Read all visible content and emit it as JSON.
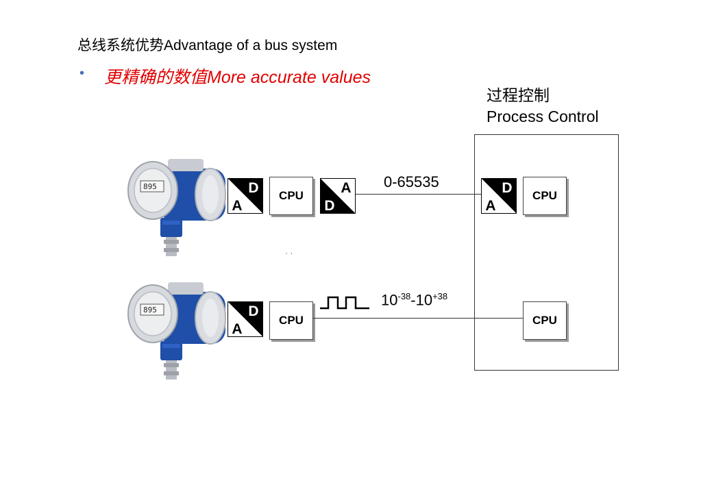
{
  "header": {
    "title": "总线系统优势Advantage of a bus system",
    "bullet": "更精确的数值More accurate values",
    "bullet_marker": "•"
  },
  "process_control": {
    "label_cn": "过程控制",
    "label_en": "Process Control"
  },
  "converters": {
    "ad": {
      "top": "D",
      "bottom": "A"
    },
    "da": {
      "top": "A",
      "bottom": "D"
    }
  },
  "cpu_label": "CPU",
  "channels": {
    "analog_range": "0-65535",
    "digital_range": {
      "base1": "10",
      "exp1": "-38",
      "sep": "-10",
      "exp2": "+38"
    }
  },
  "colors": {
    "bullet_text": "#e00000",
    "device_blue": "#1f4fa8",
    "device_gray": "#c8ccd2"
  }
}
